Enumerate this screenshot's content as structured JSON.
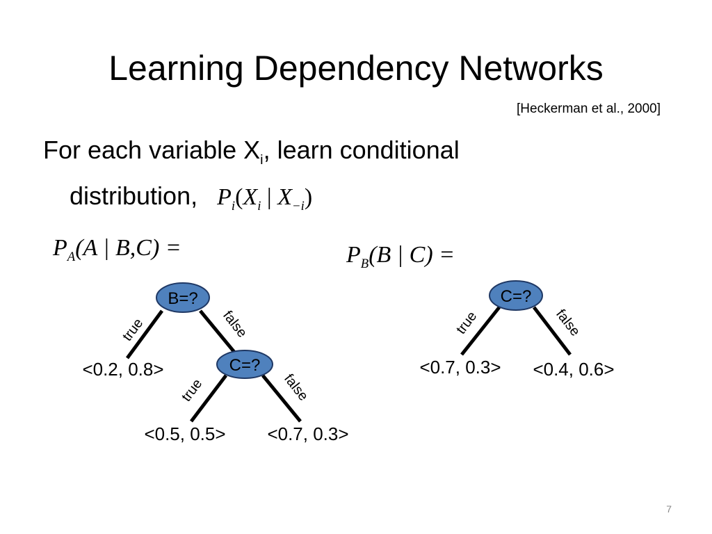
{
  "slide": {
    "title": "Learning Dependency Networks",
    "citation": "[Heckerman et al., 2000]",
    "bullet": {
      "prefix": "For each variable X",
      "subscript": "i",
      "suffix": ", learn conditional",
      "line2": "distribution,"
    },
    "page_number": "7"
  },
  "equations": {
    "inline": {
      "P": "P",
      "P_sub": "i",
      "open": "(",
      "X": "X",
      "X_sub": "i",
      "bar": " | ",
      "X2": "X",
      "X2_sub": "−i",
      "close": ")"
    },
    "left": {
      "P": "P",
      "P_sub": "A",
      "body": "(A | B,C) ="
    },
    "right": {
      "P": "P",
      "P_sub": "B",
      "body": "(B | C) ="
    }
  },
  "trees": {
    "left": {
      "root": {
        "label": "B=?"
      },
      "child": {
        "label": "C=?"
      },
      "edges": {
        "true": "true",
        "false": "false",
        "child_true": "true",
        "child_false": "false"
      },
      "leaves": {
        "root_true": "<0.2, 0.8>",
        "child_true": "<0.5, 0.5>",
        "child_false": "<0.7, 0.3>"
      }
    },
    "right": {
      "root": {
        "label": "C=?"
      },
      "edges": {
        "true": "true",
        "false": "false"
      },
      "leaves": {
        "true": "<0.7, 0.3>",
        "false": "<0.4, 0.6>"
      }
    }
  },
  "colors": {
    "node_fill": "#4f81bd",
    "node_stroke": "#1f3864",
    "edge": "#000000"
  }
}
